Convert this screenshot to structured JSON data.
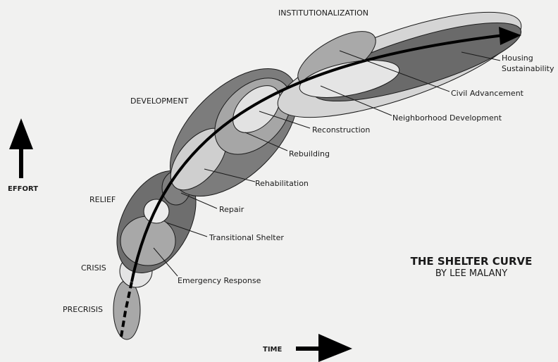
{
  "phases": {
    "precrisis": "PRECRISIS",
    "crisis": "CRISIS",
    "relief": "RELIEF",
    "development": "DEVELOPMENT",
    "institutionalization": "INSTITUTIONALIZATION"
  },
  "stages": {
    "emergency_response": "Emergency Response",
    "transitional_shelter": "Transitional Shelter",
    "repair": "Repair",
    "rehabilitation": "Rehabilitation",
    "rebuilding": "Rebuilding",
    "reconstruction": "Reconstruction",
    "neighborhood_development": "Neighborhood Development",
    "civil_advancement": "Civil Advancement",
    "housing_sustainability_line1": "Housing",
    "housing_sustainability_line2": "Sustainability"
  },
  "axes": {
    "effort": "EFFORT",
    "time": "TIME"
  },
  "title": {
    "main": "THE SHELTER CURVE",
    "byline": "BY LEE MALANY"
  }
}
